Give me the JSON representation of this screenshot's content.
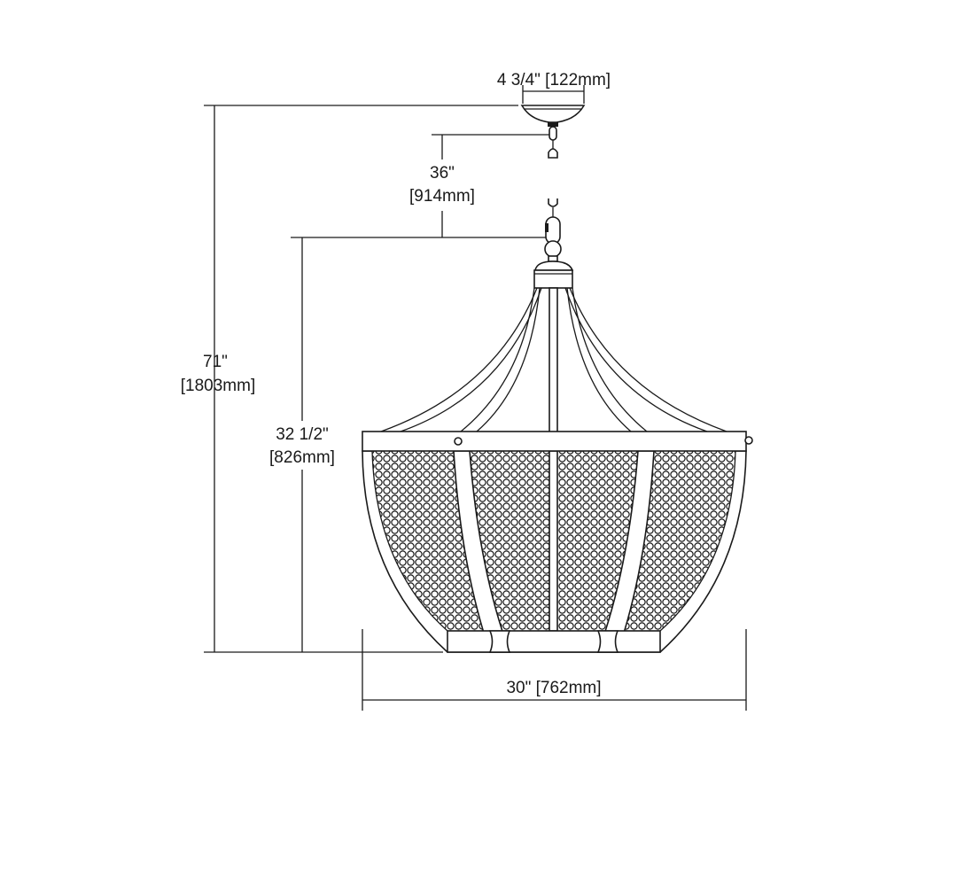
{
  "dimensions": {
    "canopy_width": "4 3/4\" [122mm]",
    "chain_length": {
      "imperial": "36\"",
      "metric": "[914mm]"
    },
    "overall_height": {
      "imperial": "71\"",
      "metric": "[1803mm]"
    },
    "fixture_height": {
      "imperial": "32 1/2\"",
      "metric": "[826mm]"
    },
    "fixture_width": "30\" [762mm]"
  }
}
